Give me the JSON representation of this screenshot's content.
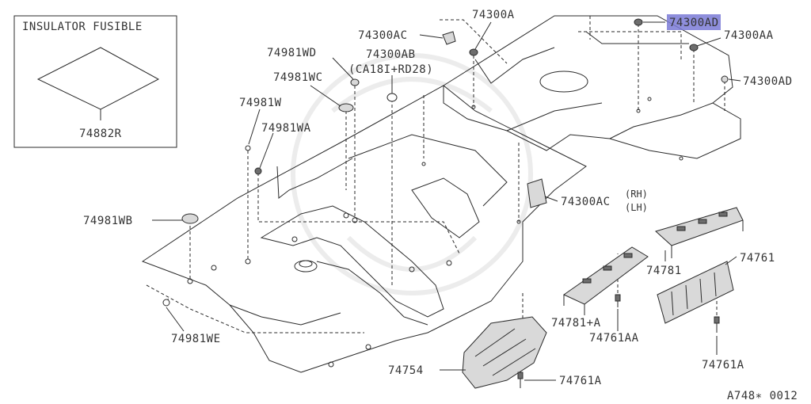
{
  "inset": {
    "title": "INSULATOR FUSIBLE",
    "part": "74882R"
  },
  "highlight_color": "#7a7ad6",
  "footer_code": "A748∗ 0012",
  "labels": {
    "p74300AC_top": "74300AC",
    "p74300A": "74300A",
    "p74300AD_top": "74300AD",
    "p74300AA": "74300AA",
    "p74300AD_right": "74300AD",
    "p74981WD": "74981WD",
    "p74300AB": "74300AB",
    "p74300AB_note": "(CA18I+RD28)",
    "p74981WC": "74981WC",
    "p74981W": "74981W",
    "p74981WA": "74981WA",
    "p74300AC_side": "74300AC",
    "p74300AC_rh": "(RH)",
    "p74300AC_lh": "(LH)",
    "p74981WB": "74981WB",
    "p74781": "74781",
    "p74761": "74761",
    "p74781A": "74781+A",
    "p74761AA": "74761AA",
    "p74981WE": "74981WE",
    "p74754": "74754",
    "p74761A_mid": "74761A",
    "p74761A_right": "74761A"
  }
}
